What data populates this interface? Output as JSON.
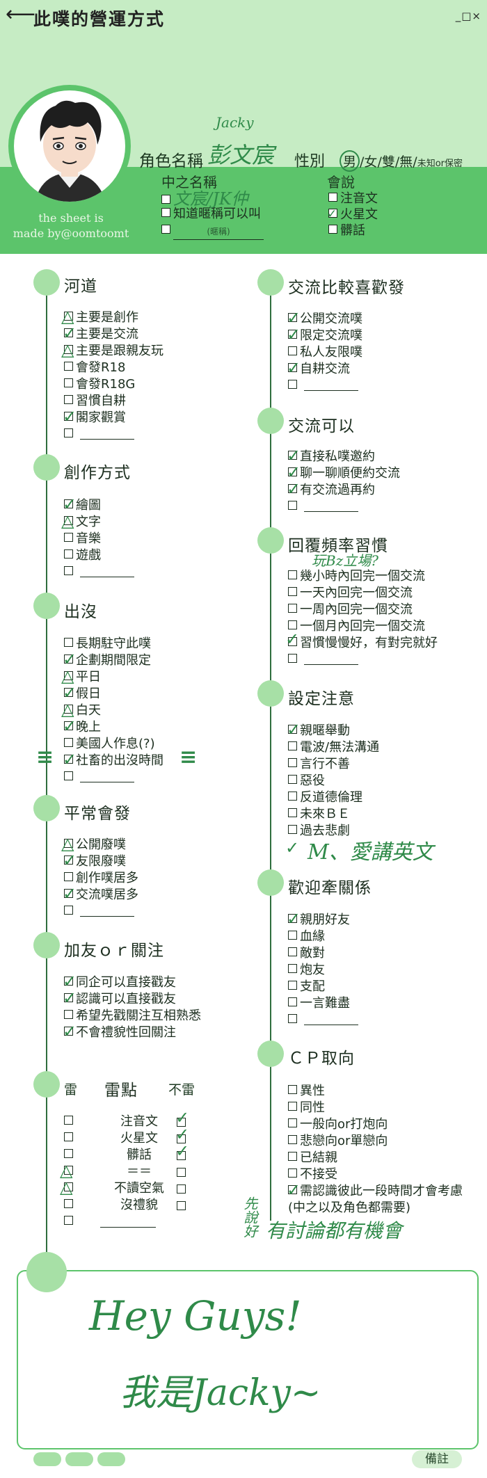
{
  "header": {
    "title": "此噗的營運方式",
    "back_icon": "left-arrow-icon",
    "window_controls": "_□×"
  },
  "profile": {
    "credit_line1": "the sheet is",
    "credit_line2": "made by@oomtoomt",
    "role_name_label": "角色名稱",
    "role_name_value": "彭文宸",
    "role_name_en": "Jacky",
    "gender_label": "性別",
    "gender_options": [
      "男",
      "女",
      "雙",
      "無",
      "未知or保密"
    ],
    "nickname_label": "中之名稱",
    "nickname_value": "文宸/JK仲",
    "nickname_opt2": "知道暱稱可以叫",
    "nickname_opt3": "(暱稱)",
    "lang_label": "會說",
    "lang_options": [
      "注音文",
      "火星文",
      "髒話"
    ]
  },
  "left": {
    "s1": {
      "title": "河道",
      "items": [
        "主要是創作",
        "主要是交流",
        "主要是跟親友玩",
        "會發R18",
        "會發R18G",
        "習慣自耕",
        "閣家觀賞"
      ]
    },
    "s2": {
      "title": "創作方式",
      "items": [
        "繪圖",
        "文字",
        "音樂",
        "遊戲"
      ]
    },
    "s3": {
      "title": "出沒",
      "items": [
        "長期駐守此噗",
        "企劃期間限定",
        "平日",
        "假日",
        "白天",
        "晚上",
        "美國人作息(?)",
        "社畜的出沒時間"
      ]
    },
    "s4": {
      "title": "平常會發",
      "items": [
        "公開廢噗",
        "友限廢噗",
        "創作噗居多",
        "交流噗居多"
      ]
    },
    "s5": {
      "title": "加友ｏｒ關注",
      "items": [
        "同企可以直接戳友",
        "認識可以直接戳友",
        "希望先戳關注互相熟悉",
        "不會禮貌性回關注"
      ]
    },
    "s6": {
      "title": "雷點",
      "lei": "雷",
      "no_lei": "不雷",
      "items": [
        "注音文",
        "火星文",
        "髒話",
        "＝＝",
        "不讀空氣",
        "沒禮貌"
      ]
    }
  },
  "right": {
    "s1": {
      "title": "交流比較喜歡發",
      "items": [
        "公開交流噗",
        "限定交流噗",
        "私人友限噗",
        "自耕交流"
      ]
    },
    "s2": {
      "title": "交流可以",
      "items": [
        "直接私噗邀約",
        "聊一聊順便約交流",
        "有交流過再約"
      ]
    },
    "s3": {
      "title": "回覆頻率習慣",
      "items": [
        "幾小時內回完一個交流",
        "一天內回完一個交流",
        "一周內回完一個交流",
        "一個月內回完一個交流",
        "習慣慢慢好，有對完就好"
      ],
      "note": "玩Bz立場?"
    },
    "s4": {
      "title": "設定注意",
      "items": [
        "親暱舉動",
        "電波/無法溝通",
        "言行不善",
        "惡役",
        "反道德倫理",
        "未來ＢＥ",
        "過去悲劇"
      ],
      "note": "M、愛講英文"
    },
    "s5": {
      "title": "歡迎牽關係",
      "items": [
        "親朋好友",
        "血緣",
        "敵對",
        "炮友",
        "支配",
        "一言難盡"
      ]
    },
    "s6": {
      "title": "ＣＰ取向",
      "items": [
        "異性",
        "同性",
        "一般向or打炮向",
        "悲戀向or單戀向",
        "已結親",
        "不接受",
        "需認識彼此一段時間才會考慮",
        "(中之以及角色都需要)"
      ],
      "note": "有討論都有機會",
      "side_note": "先說好"
    }
  },
  "memo": {
    "line1": "Hey Guys!",
    "line2": "我是Jacky~"
  },
  "footer": {
    "note_button": "備註"
  }
}
